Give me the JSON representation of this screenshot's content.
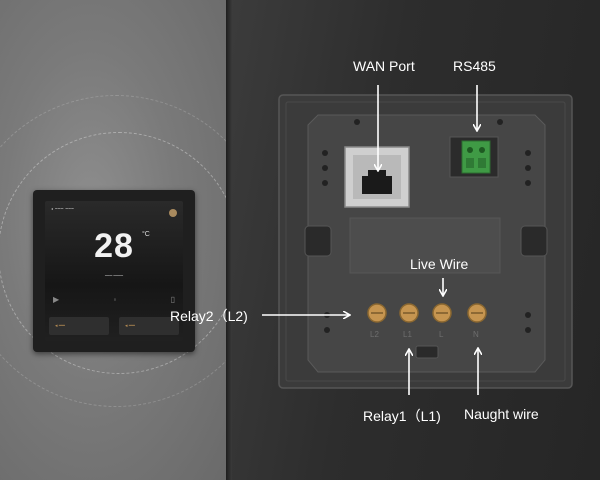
{
  "thermostat": {
    "temperature": "28",
    "unit": "°C",
    "top_text": "◂ ━━━ ━━━",
    "sub_text": "━━━   ━━━━",
    "controls": [
      "▶",
      "◦",
      "▯"
    ],
    "button_left": "◂ ━━",
    "button_right": "◂ ━━"
  },
  "labels": {
    "wan_port": "WAN Port",
    "rs485": "RS485",
    "live_wire": "Live Wire",
    "relay2": "Relay2（L2)",
    "relay1": "Relay1（L1)",
    "naught_wire": "Naught wire"
  },
  "terminals": [
    "L2",
    "L1",
    "L",
    "N"
  ],
  "colors": {
    "label_text": "#ffffff",
    "arrow": "#ffffff",
    "rs485_connector": "#3f9a45",
    "terminal_brass": "#c69550"
  }
}
